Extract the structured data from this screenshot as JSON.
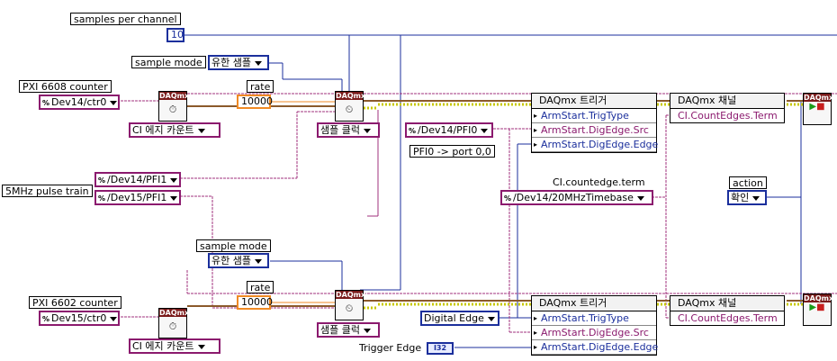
{
  "labels": {
    "samples_per_channel": "samples per channel",
    "sample_mode_top": "sample mode",
    "pxi6608": "PXI 6608 counter",
    "rate_top": "rate",
    "pulse_train": "5MHz pulse train",
    "sample_mode_bottom": "sample mode",
    "rate_bottom": "rate",
    "pxi6602": "PXI 6602 counter",
    "pfi0_note": "PFI0 -> port 0,0",
    "ci_term": "CI.countedge.term",
    "action": "action",
    "trigger_edge": "Trigger Edge"
  },
  "controls": {
    "samples_value": "10",
    "sample_mode_top": "유한 샘플",
    "sample_mode_bottom": "유한 샘플",
    "dev14_ctr0": "Dev14/ctr0",
    "dev15_ctr0": "Dev15/ctr0",
    "rate_top": "10000",
    "rate_bottom": "10000",
    "ci_edge_top": "CI 에지 카운트",
    "ci_edge_bottom": "CI 에지 카운트",
    "sample_clock_top": "샘플 클럭",
    "sample_clock_bottom": "샘플 클럭",
    "dev14_pfi1": "/Dev14/PFI1",
    "dev15_pfi1": "/Dev15/PFI1",
    "dev14_pfi0": "/Dev14/PFI0",
    "timebase": "/Dev14/20MHzTimebase",
    "action_value": "확인",
    "digital_edge": "Digital Edge",
    "i32": "I32"
  },
  "vi": {
    "header": "DAQmx"
  },
  "trigger_node": {
    "title": "DAQmx 트리거",
    "props": [
      "ArmStart.TrigType",
      "ArmStart.DigEdge.Src",
      "ArmStart.DigEdge.Edge"
    ]
  },
  "channel_node": {
    "title": "DAQmx 채널",
    "prop": "CI.CountEdges.Term"
  }
}
